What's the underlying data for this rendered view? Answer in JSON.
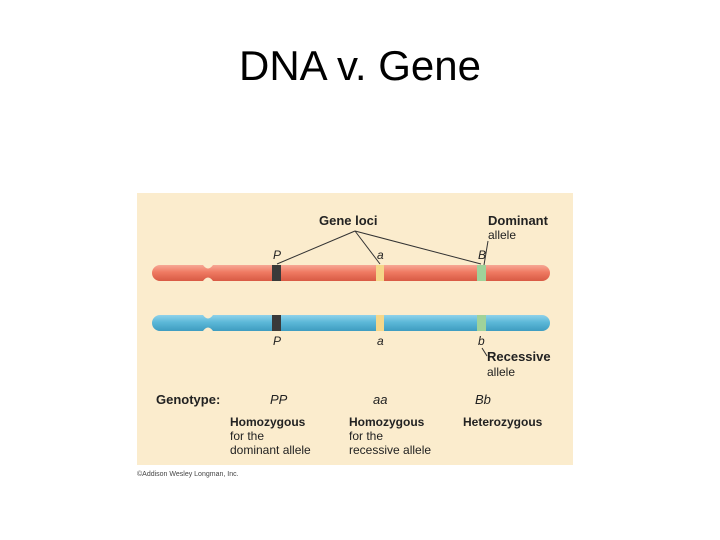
{
  "slide": {
    "title": "DNA v. Gene"
  },
  "diagram": {
    "gene_loci_label": "Gene loci",
    "dominant_allele_label": {
      "line1": "Dominant",
      "line2": "allele"
    },
    "recessive_allele_label": {
      "line1": "Recessive",
      "line2": "allele"
    },
    "top_chromosome_alleles": [
      "P",
      "a",
      "B"
    ],
    "bottom_chromosome_alleles": [
      "P",
      "a",
      "b"
    ],
    "genotype_label": "Genotype:",
    "genotypes": [
      {
        "symbol": "PP",
        "lines": [
          "Homozygous",
          "for the",
          "dominant allele"
        ]
      },
      {
        "symbol": "aa",
        "lines": [
          "Homozygous",
          "for the",
          "recessive allele"
        ]
      },
      {
        "symbol": "Bb",
        "lines": [
          "Heterozygous"
        ]
      }
    ],
    "colors": {
      "panel_background": "#fbeccd",
      "chromosome_top": "#f08068",
      "chromosome_bottom": "#5cb8d8",
      "locus_p": "#3a3a3a",
      "locus_a": "#f5d78a",
      "locus_b": "#9fd29a"
    }
  },
  "footer": {
    "copyright": "©Addison Wesley Longman, Inc."
  }
}
